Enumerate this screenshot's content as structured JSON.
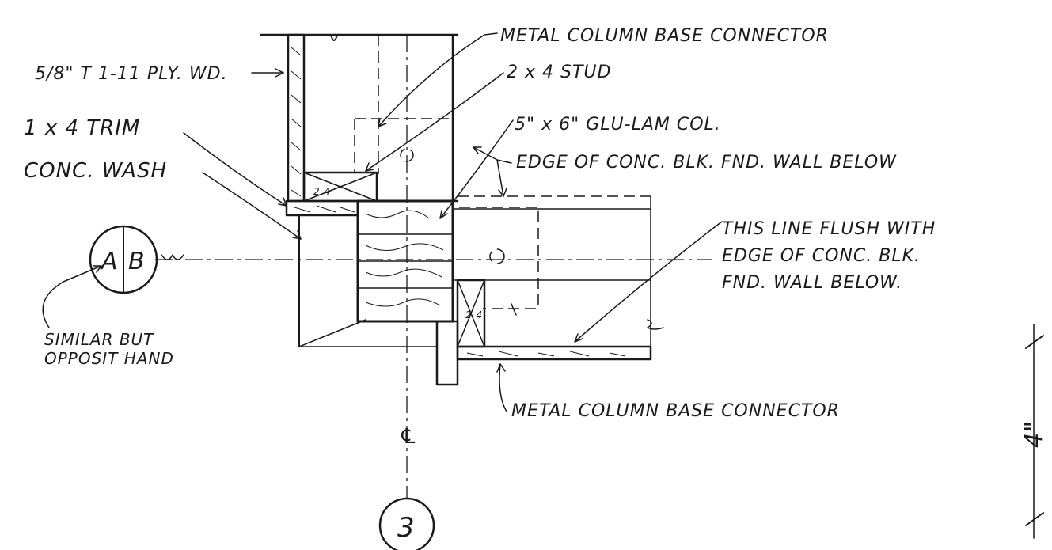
{
  "labels": {
    "metal_col_base_top": "METAL COLUMN BASE CONNECTOR",
    "plywood": "5/8\" T 1-11 PLY. WD.",
    "stud": "2 x 4 STUD",
    "trim": "1 x 4 TRIM",
    "glulam": "5\" x 6\" GLU-LAM COL.",
    "conc_wash": "CONC. WASH",
    "edge_conc": "EDGE OF CONC. BLK. FND. WALL BELOW",
    "flush_line_1": "THIS LINE FLUSH WITH",
    "flush_line_2": "EDGE OF CONC. BLK.",
    "flush_line_3": "FND. WALL BELOW.",
    "similar_1": "SIMILAR BUT",
    "similar_2": "OPPOSIT HAND",
    "metal_col_base_bottom": "METAL COLUMN BASE CONNECTOR",
    "dimension": "4\""
  },
  "markers": {
    "detail_a": "A",
    "detail_b": "B",
    "grid_line": "3",
    "stud_top": "2 4",
    "stud_bottom": "2 4",
    "centerline_symbol": "℄"
  }
}
